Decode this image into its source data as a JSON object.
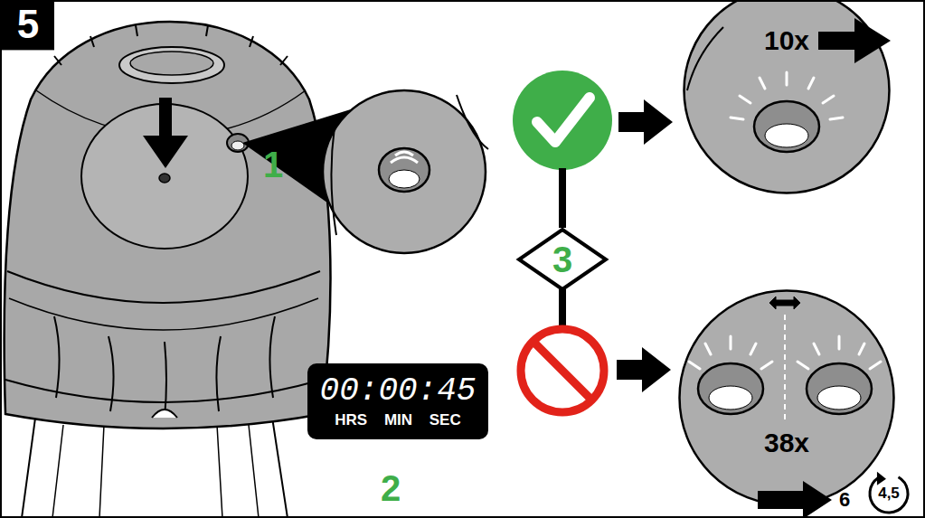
{
  "diagram": {
    "nodes": [
      {
        "text": [
          "5"
        ]
      },
      {
        "text": [
          "10x"
        ]
      },
      {
        "text": [
          "3"
        ]
      },
      {
        "text": [
          "00:00:45",
          "HRS MIN SEC"
        ]
      },
      {
        "text": [
          "38x"
        ]
      },
      {
        "text": [
          "4,5"
        ]
      }
    ],
    "labels": [
      "1",
      "2",
      "6"
    ]
  }
}
